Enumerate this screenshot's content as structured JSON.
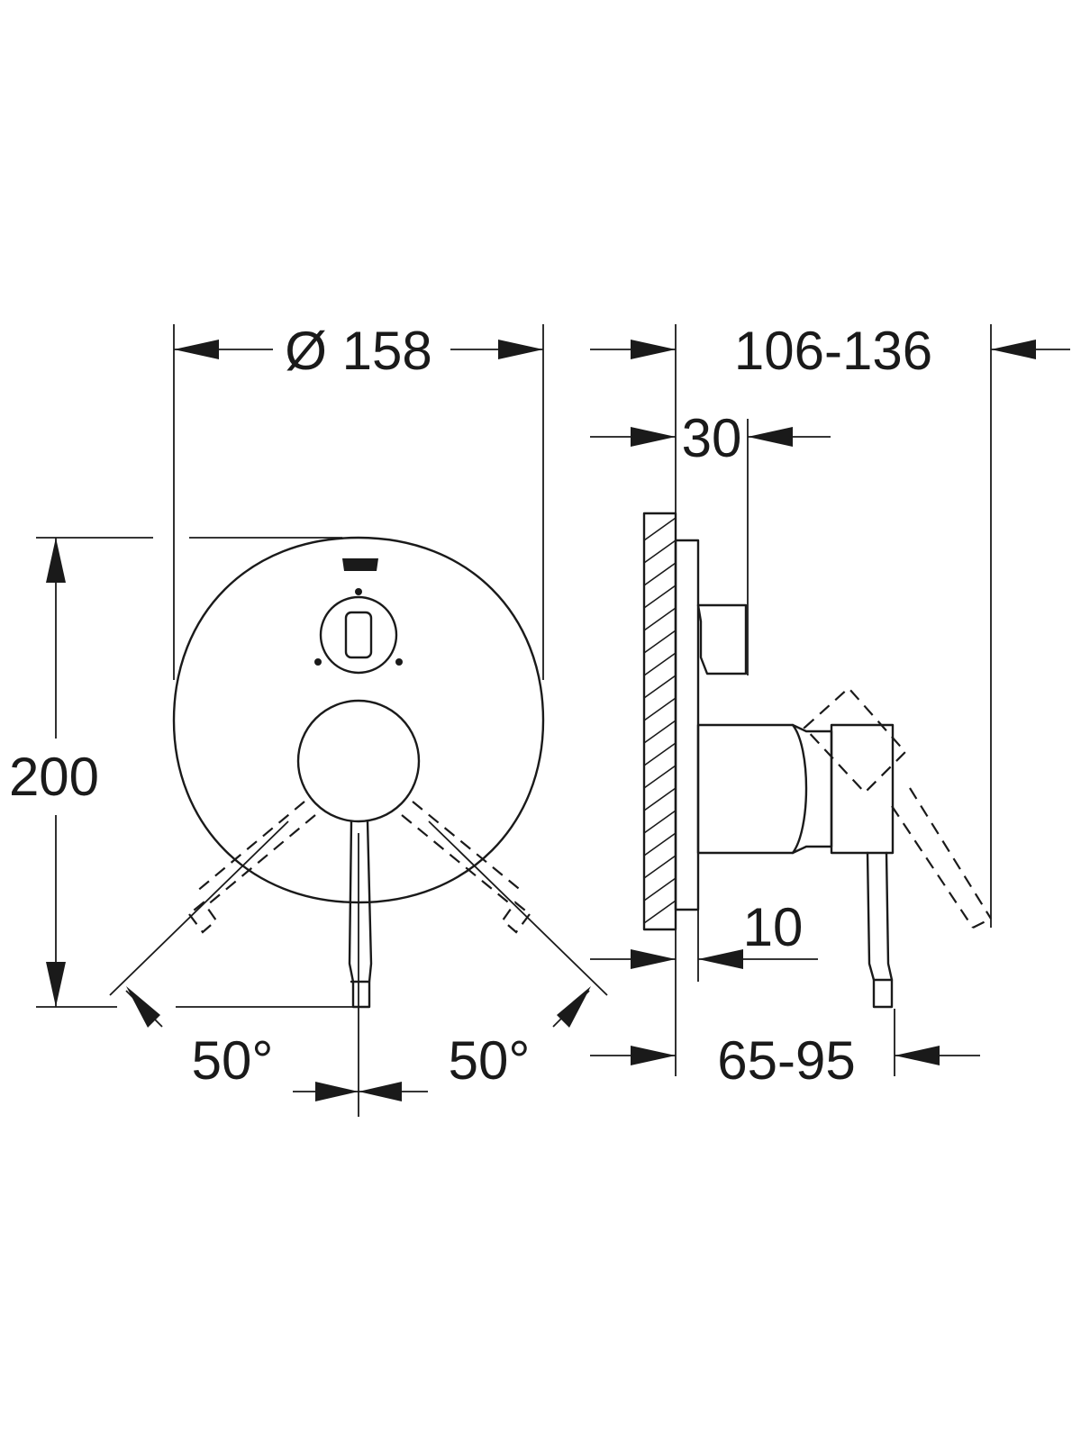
{
  "labels": {
    "diameter": "Ø 158",
    "depth_total": "106-136",
    "depth_body": "30",
    "height": "200",
    "offset": "10",
    "lever_depth": "65-95",
    "angle_left": "50°",
    "angle_right": "50°"
  },
  "colors": {
    "line": "#1a1a1a",
    "background": "#ffffff"
  }
}
